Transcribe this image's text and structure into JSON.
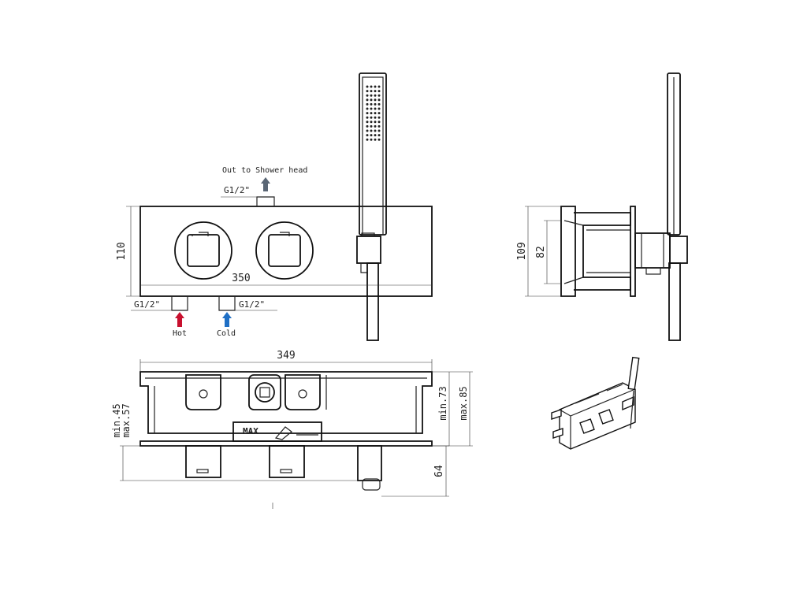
{
  "labels": {
    "out_to_shower_head": "Out to Shower head",
    "thread_top": "G1/2\"",
    "thread_hot": "G1/2\"",
    "thread_cold": "G1/2\"",
    "hot": "Hot",
    "cold": "Cold",
    "max": "MAX"
  },
  "dimensions": {
    "front_height": "110",
    "front_width": "350",
    "side_height": "109",
    "side_inner": "82",
    "box_width": "349",
    "min_45": "min.45",
    "max_57": "max.57",
    "min_73": "min.73",
    "max_85": "max.85",
    "depth_64": "64"
  },
  "colors": {
    "hot_arrow": "#c8102e",
    "cold_arrow": "#1f6fc5",
    "outlet_arrow": "#5a6675",
    "line": "#222222"
  },
  "icons": {
    "hot": "arrow-up-icon",
    "cold": "arrow-up-icon",
    "outlet": "arrow-up-icon"
  }
}
